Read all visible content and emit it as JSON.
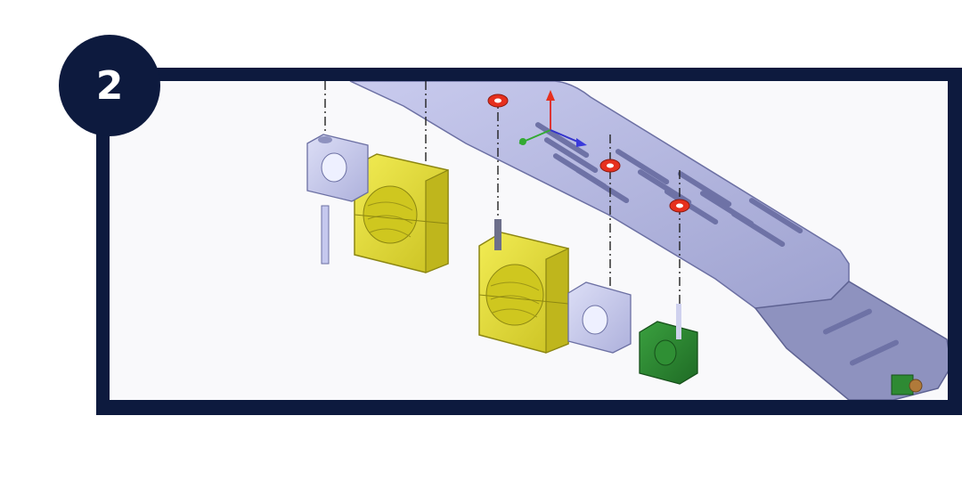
{
  "step": {
    "number": "2"
  },
  "colors": {
    "frame": "#0d1a3e",
    "viewport_bg": "#f9f9fb",
    "plate": "#b3b7e2",
    "clamp_yellow": "#e3dc2f",
    "clamp_lavender": "#c5c8ee",
    "clamp_green": "#2e8a33",
    "washer_red": "#e6301e"
  },
  "scene": {
    "description_parts": [
      "mounting-plate",
      "yellow-clamp-large-1",
      "yellow-clamp-large-2",
      "lavender-clamp-small-1",
      "lavender-clamp-small-2",
      "green-clamp-small",
      "bolts",
      "red-washers",
      "axis-triad"
    ]
  }
}
